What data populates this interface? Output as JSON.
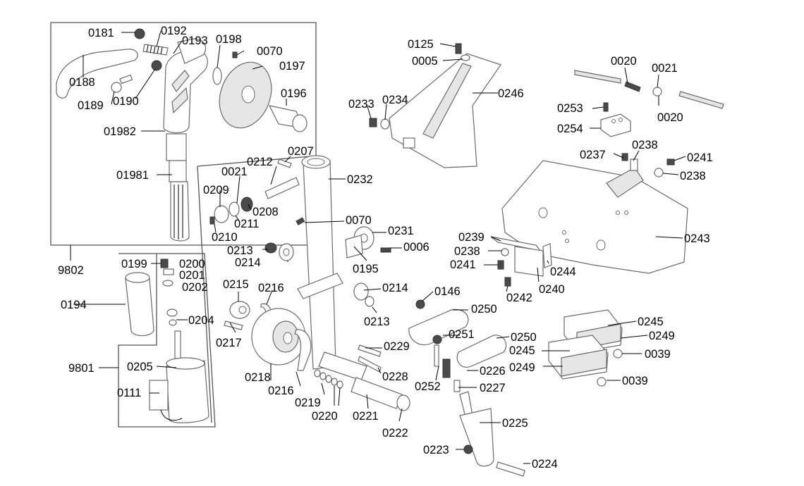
{
  "groups": {
    "top_left": "9802",
    "bottom_left": "9801"
  },
  "labels": {
    "p0181": "0181",
    "p0192": "0192",
    "p0193": "0193",
    "p0198": "0198",
    "p0070a": "0070",
    "p0197": "0197",
    "p0188": "0188",
    "p0189": "0189",
    "p0190": "0190",
    "p0196": "0196",
    "p01982": "01982",
    "p01981": "01981",
    "p0199": "0199",
    "p0200": "0200",
    "p0201": "0201",
    "p0202": "0202",
    "p0194": "0194",
    "p0204": "0204",
    "p0205": "0205",
    "p0111": "0111",
    "p0207": "0207",
    "p0212": "0212",
    "p0021a": "0021",
    "p0232": "0232",
    "p0209": "0209",
    "p0208": "0208",
    "p0211": "0211",
    "p0210": "0210",
    "p0070b": "0070",
    "p0231": "0231",
    "p0213a": "0213",
    "p0006": "0006",
    "p0214a": "0214",
    "p0195": "0195",
    "p0215": "0215",
    "p0216a": "0216",
    "p0214b": "0214",
    "p0213b": "0213",
    "p0217": "0217",
    "p0229": "0229",
    "p0218": "0218",
    "p0216b": "0216",
    "p0228": "0228",
    "p0219": "0219",
    "p0220": "0220",
    "p0221": "0221",
    "p0222": "0222",
    "p0125": "0125",
    "p0005": "0005",
    "p0246": "0246",
    "p0233": "0233",
    "p0234": "0234",
    "p0020a": "0020",
    "p0021b": "0021",
    "p0253": "0253",
    "p0020b": "0020",
    "p0254": "0254",
    "p0237": "0237",
    "p0238a": "0238",
    "p0241a": "0241",
    "p0238b": "0238",
    "p0243": "0243",
    "p0239": "0239",
    "p0238c": "0238",
    "p0241b": "0241",
    "p0244": "0244",
    "p0240": "0240",
    "p0242": "0242",
    "p0146": "0146",
    "p0250a": "0250",
    "p0251": "0251",
    "p0250b": "0250",
    "p0226": "0226",
    "p0252": "0252",
    "p0227": "0227",
    "p0245a": "0245",
    "p0249a": "0249",
    "p0039a": "0039",
    "p0245b": "0245",
    "p0249b": "0249",
    "p0039b": "0039",
    "p0225": "0225",
    "p0223": "0223",
    "p0224": "0224"
  }
}
